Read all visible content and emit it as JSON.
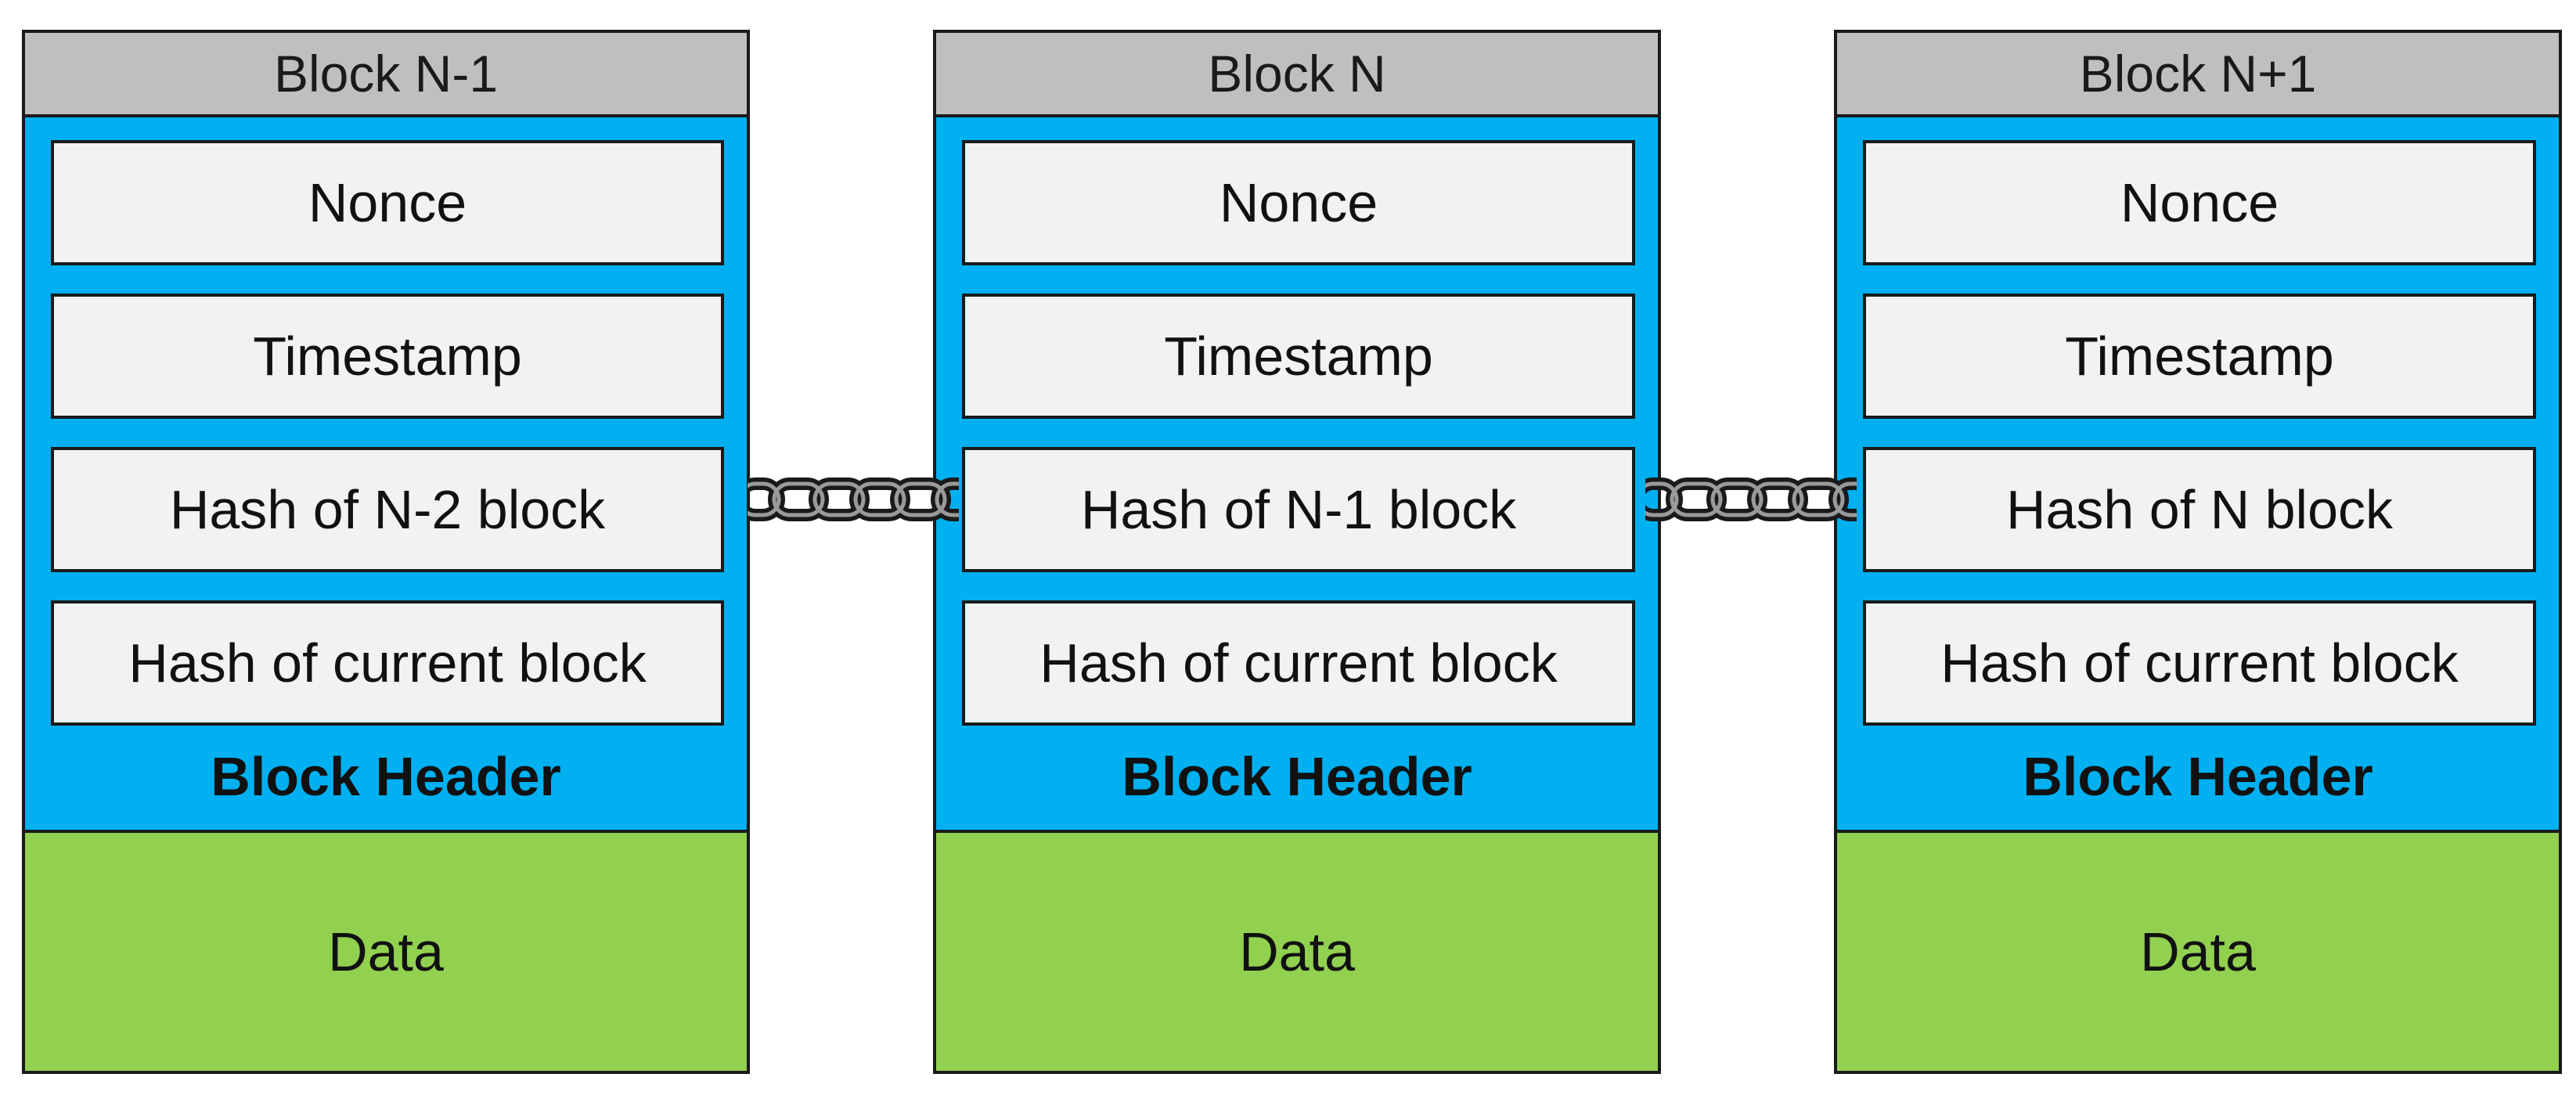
{
  "blocks": [
    {
      "title": "Block N-1",
      "fields": [
        "Nonce",
        "Timestamp",
        "Hash of N-2 block",
        "Hash of current block"
      ],
      "header_label": "Block Header",
      "data_label": "Data"
    },
    {
      "title": "Block N",
      "fields": [
        "Nonce",
        "Timestamp",
        "Hash of N-1 block",
        "Hash of current block"
      ],
      "header_label": "Block Header",
      "data_label": "Data"
    },
    {
      "title": "Block N+1",
      "fields": [
        "Nonce",
        "Timestamp",
        "Hash of N block",
        "Hash of current block"
      ],
      "header_label": "Block Header",
      "data_label": "Data"
    }
  ],
  "colors": {
    "header_bg": "#00b0f0",
    "title_bg": "#bfbfbf",
    "field_bg": "#f2f2f2",
    "data_bg": "#92d050",
    "border": "#1a1a1a"
  },
  "icons": [
    "chain-link-icon",
    "chain-link-icon"
  ]
}
